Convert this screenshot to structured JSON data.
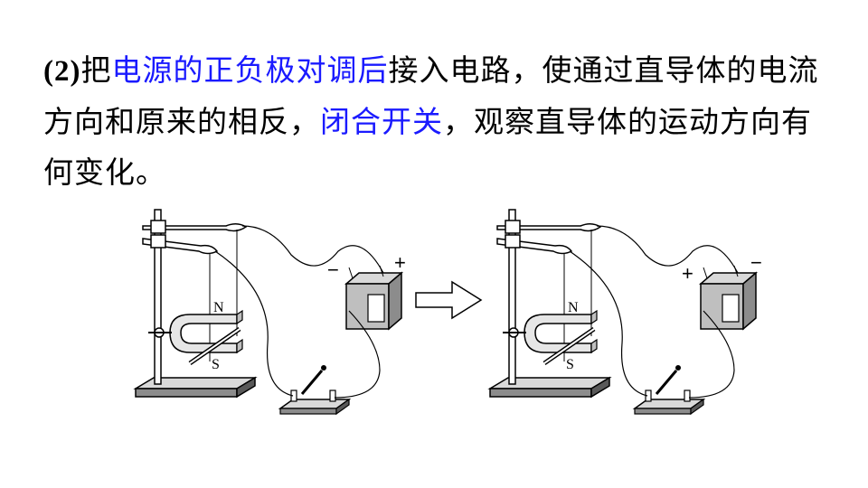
{
  "instruction": {
    "number": "(2)",
    "part1": "把",
    "highlight1": "电源的正负极对调后",
    "part2": "接入电路，使通过直导体的电流方向和原来的相反，",
    "highlight2": "闭合开关",
    "part3": "，观察直导体的运动方向有何变化。"
  },
  "colors": {
    "text": "#000000",
    "highlight": "#1a1aff"
  },
  "left_setup": {
    "magnet_north": "N",
    "magnet_south": "S",
    "battery_left_terminal": "−",
    "battery_right_terminal": "+"
  },
  "right_setup": {
    "magnet_north": "N",
    "magnet_south": "S",
    "battery_left_terminal": "+",
    "battery_right_terminal": "−"
  },
  "arrow_icon": "right-arrow-icon"
}
